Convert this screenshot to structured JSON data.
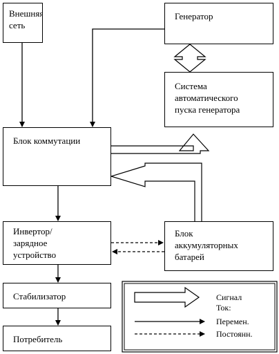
{
  "blocks": {
    "external_network": "Внешняя\nсеть",
    "generator": "Генератор",
    "auto_start": "Система\nавтоматического\nпуска генератора",
    "switching_unit": "Блок коммутации",
    "inverter_charger": "Инвертор/\nзарядное\nустройство",
    "battery_unit": "Блок\nаккумуляторных\nбатарей",
    "stabilizer": "Стабилизатор",
    "consumer": "Потребитель"
  },
  "legend": {
    "signal": "Сигнал",
    "current": "Ток:",
    "alternating": "Перемен.",
    "direct": "Постоянн."
  }
}
